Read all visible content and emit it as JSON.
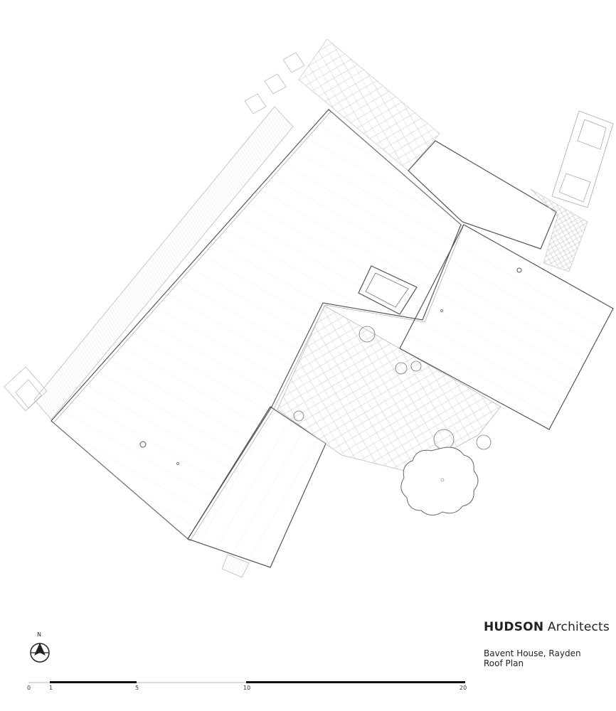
{
  "title_block": {
    "firm_bold": "HUDSON",
    "firm_light": "Architects",
    "project_line1": "Bavent House, Rayden",
    "project_line2": "Roof Plan"
  },
  "north_arrow": {
    "label": "N",
    "icon": "north-arrow-icon"
  },
  "scale_bar": {
    "labels": [
      "0",
      "1",
      "5",
      "10",
      "20"
    ]
  },
  "colors": {
    "line": "#555555",
    "light_line": "#bbbbbb",
    "paving": "#cccccc"
  }
}
